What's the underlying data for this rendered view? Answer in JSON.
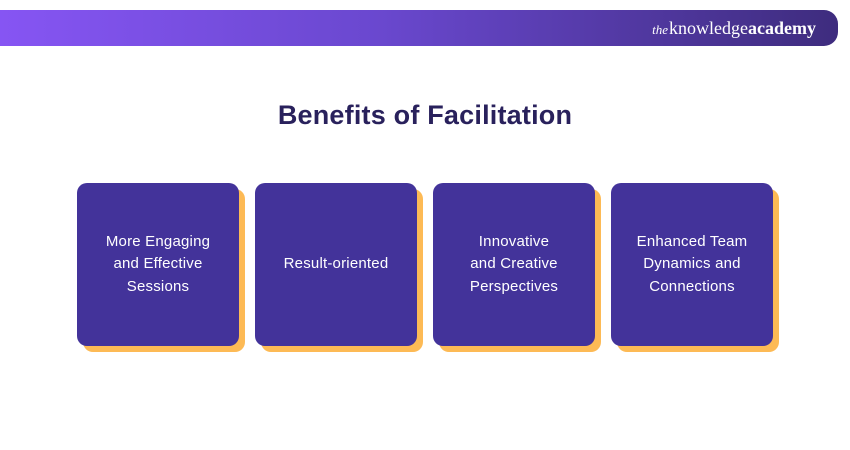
{
  "header": {
    "logo": {
      "the": "the",
      "knowledge": "knowledge",
      "academy": "academy"
    }
  },
  "title": "Benefits of Facilitation",
  "cards": [
    {
      "label": "More Engaging\nand Effective\nSessions"
    },
    {
      "label": "Result-oriented"
    },
    {
      "label": "Innovative\nand Creative\nPerspectives"
    },
    {
      "label": "Enhanced Team\nDynamics and\nConnections"
    }
  ],
  "colors": {
    "header_gradient_left": "#8655F3",
    "header_gradient_right": "#3E2C7E",
    "title_text": "#29215C",
    "card_background": "#43339A",
    "card_shadow": "#FDBA55",
    "card_text": "#FFFFFF",
    "logo_text": "#FFFFFF",
    "page_background": "#FFFFFF"
  }
}
